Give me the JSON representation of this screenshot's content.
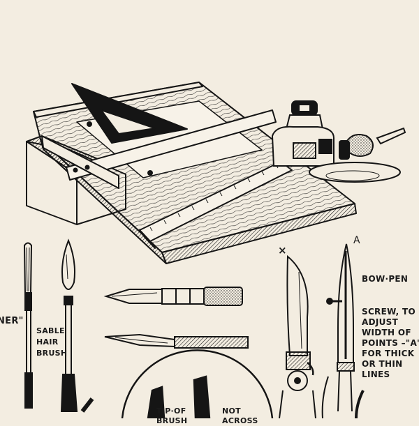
{
  "labels": {
    "liner": "NER\"",
    "sable": "SABLE\nHAIR\nBRUSH",
    "bowpen": "BOW·PEN",
    "marker_a": "A",
    "marker_x": "×",
    "screw": "SCREW, TO\nADJUST\nWIDTH OF\nPOINTS –\"A\"\nFOR THICK\nOR THIN\nLINES",
    "tip": "TIP·OF\nBRUSH",
    "not": "NOT\nACROSS"
  },
  "colors": {
    "paper": "#f3ede1",
    "ink": "#151515"
  }
}
